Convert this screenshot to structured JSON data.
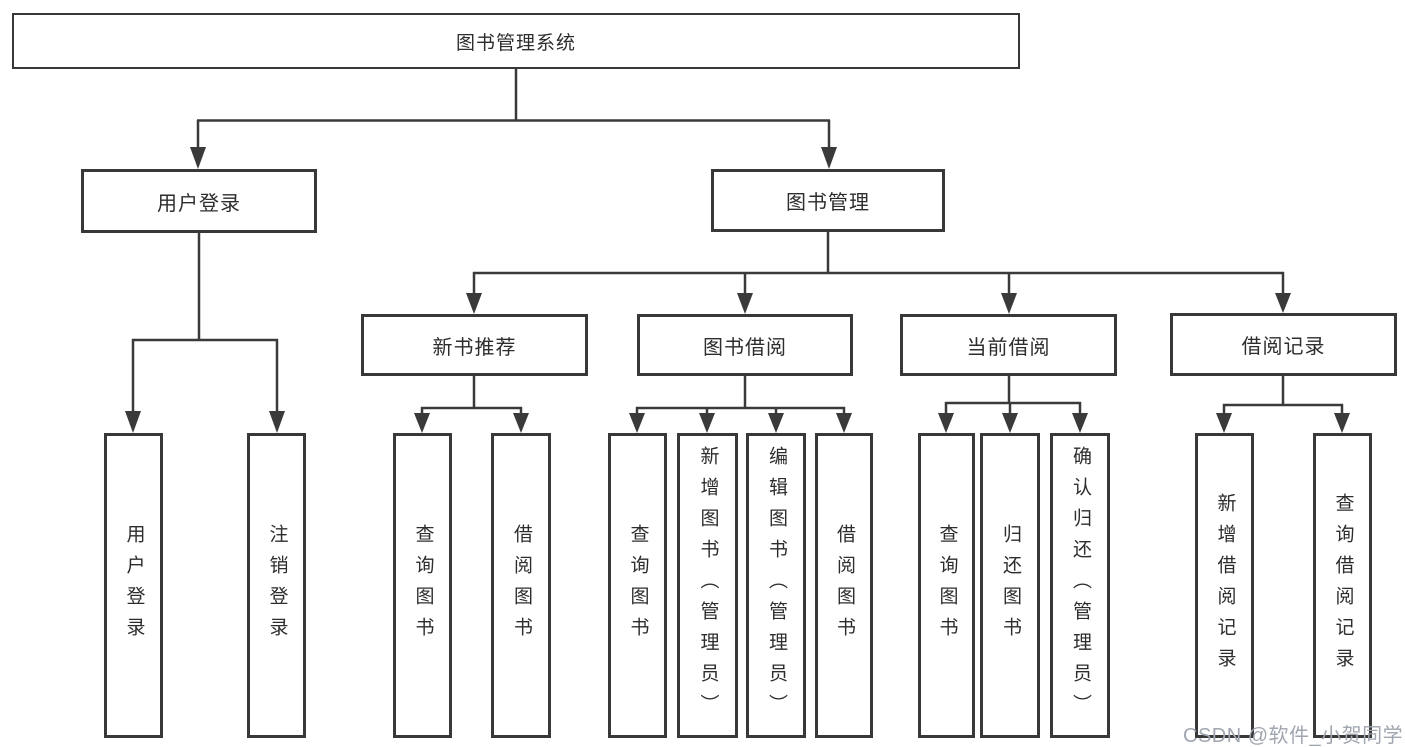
{
  "diagram_title": "图书管理系统",
  "watermark": "CSDN @软件_小贺同学",
  "colors": {
    "line": "#3a3a3a",
    "border": "#383838",
    "text": "#2d2d2d",
    "watermark": "#a0a6b0"
  },
  "tree": {
    "label": "图书管理系统",
    "children": [
      {
        "label": "用户登录",
        "children": [
          {
            "label": "用户登录"
          },
          {
            "label": "注销登录"
          }
        ]
      },
      {
        "label": "图书管理",
        "children": [
          {
            "label": "新书推荐",
            "children": [
              {
                "label": "查询图书"
              },
              {
                "label": "借阅图书"
              }
            ]
          },
          {
            "label": "图书借阅",
            "children": [
              {
                "label": "查询图书"
              },
              {
                "label": "新增图书（管理员）"
              },
              {
                "label": "编辑图书（管理员）"
              },
              {
                "label": "借阅图书"
              }
            ]
          },
          {
            "label": "当前借阅",
            "children": [
              {
                "label": "查询图书"
              },
              {
                "label": "归还图书"
              },
              {
                "label": "确认归还（管理员）"
              }
            ]
          },
          {
            "label": "借阅记录",
            "children": [
              {
                "label": "新增借阅记录"
              },
              {
                "label": "查询借阅记录"
              }
            ]
          }
        ]
      }
    ]
  }
}
